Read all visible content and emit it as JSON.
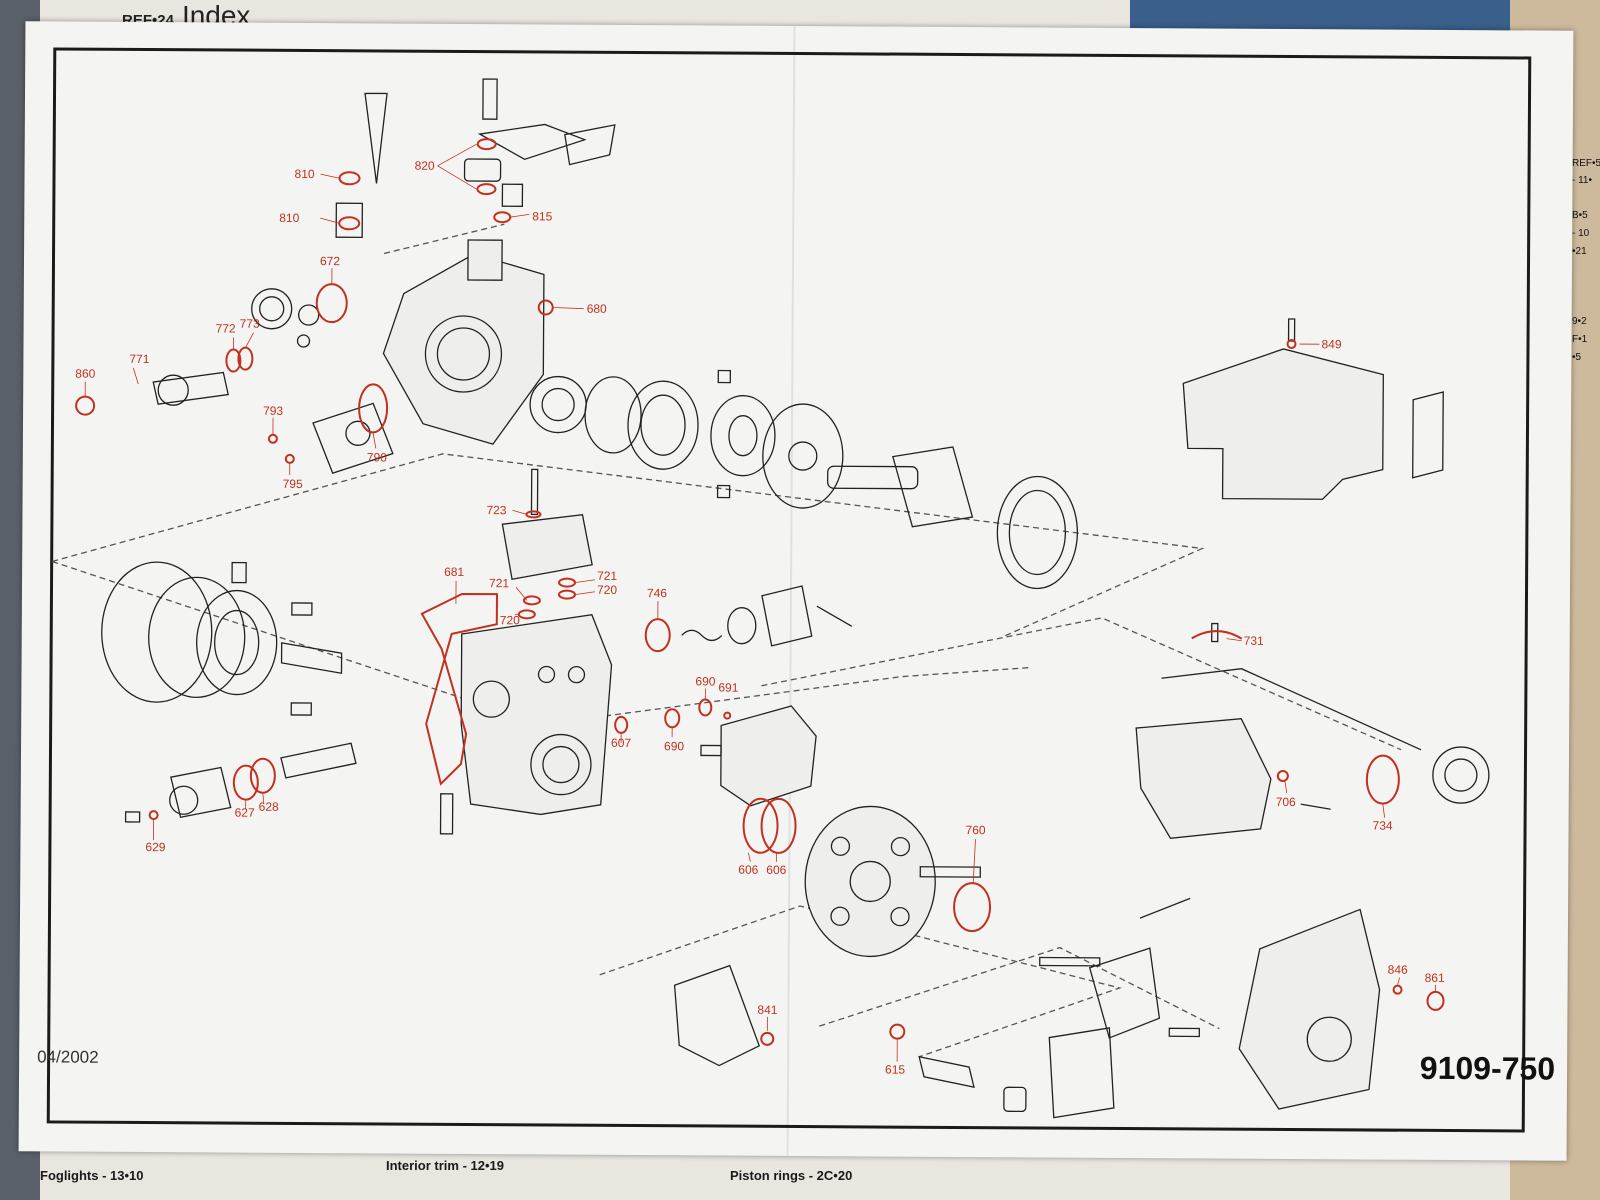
{
  "book": {
    "ref": "REF•24",
    "title": "Index"
  },
  "sheet": {
    "date": "04/2002",
    "part_number": "9109-750"
  },
  "callouts": [
    "810",
    "810",
    "820",
    "815",
    "672",
    "680",
    "772",
    "773",
    "771",
    "860",
    "793",
    "795",
    "790",
    "723",
    "681",
    "721",
    "721",
    "720",
    "720",
    "746",
    "690",
    "691",
    "690",
    "607",
    "627",
    "628",
    "629",
    "606",
    "606",
    "760",
    "849",
    "731",
    "706",
    "734",
    "841",
    "615",
    "846",
    "861"
  ],
  "index_entries": [
    {
      "text": "Foglights - 13•10"
    },
    {
      "text": "Interior trim - 12•19"
    },
    {
      "text": "Piston rings - 2C•20"
    }
  ],
  "edge_fragments": [
    "REF•5",
    "- 11•",
    "B•5",
    "- 10",
    "•21",
    "9•2",
    "F•1",
    "•5"
  ],
  "colors": {
    "callout": "#c2301f",
    "line": "#222222"
  }
}
